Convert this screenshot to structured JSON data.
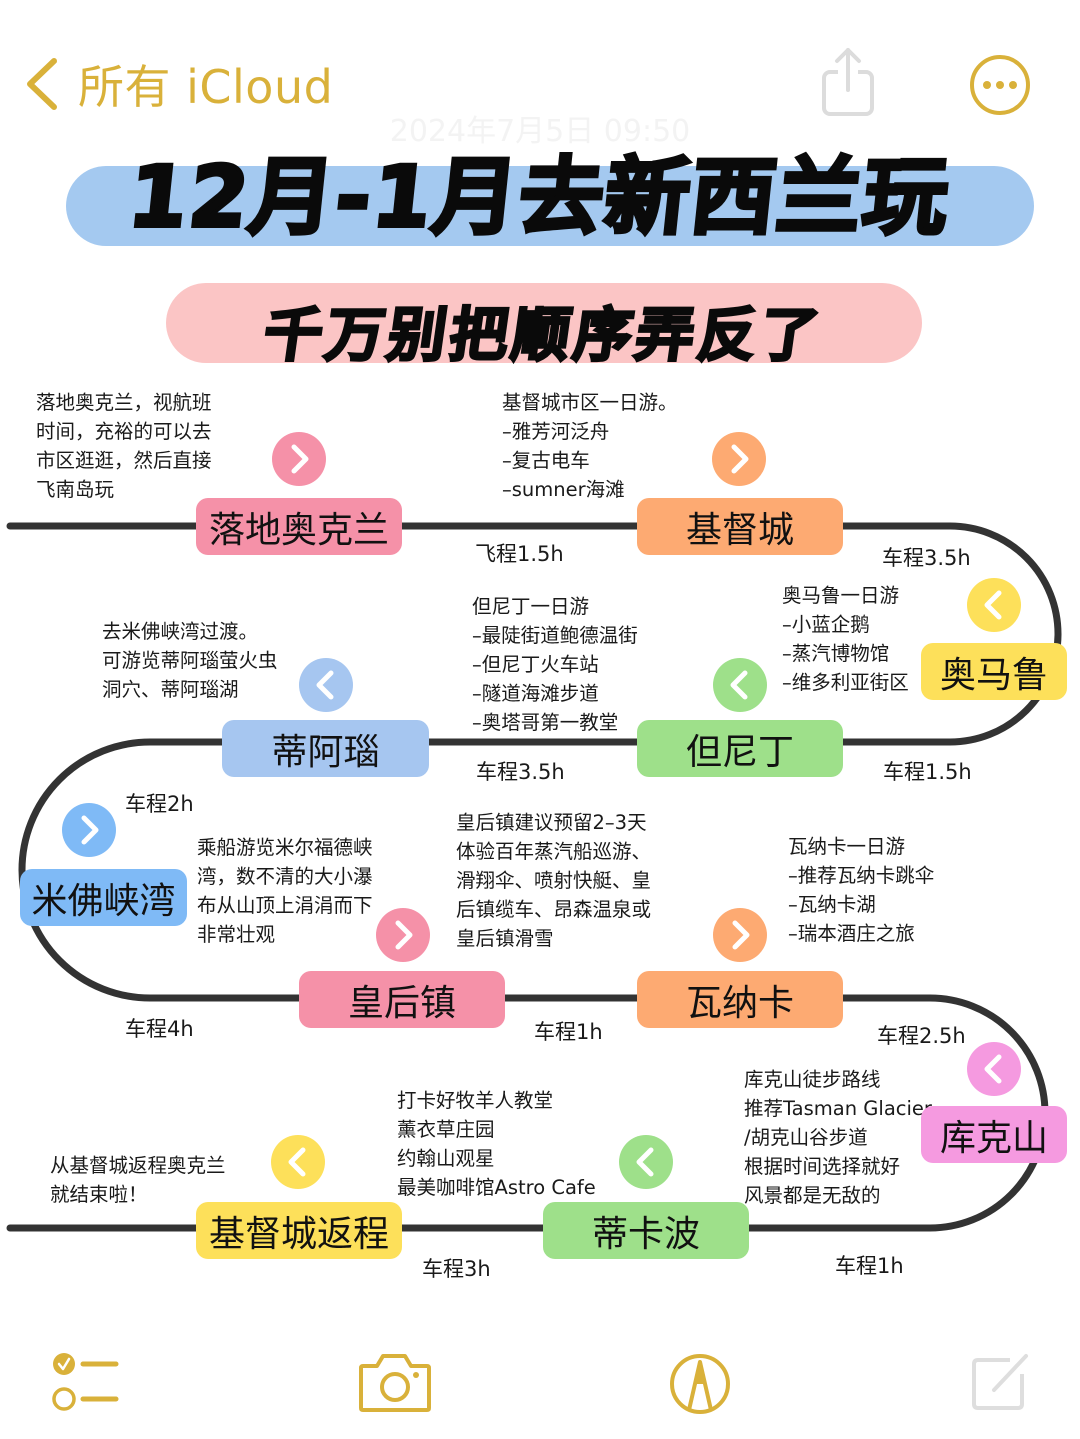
{
  "nav": {
    "back_label": "所有 iCloud",
    "timestamp": "2024年7月5日 09:50",
    "share_icon": "share-icon",
    "more_icon": "ellipsis-circle-icon",
    "accent_color": "#d9b13a"
  },
  "header": {
    "title": "12月-1月去新西兰玩",
    "subtitle": "千万别把顺序弄反了",
    "title_band_color": "#a4c9f0",
    "subtitle_band_color": "#fbc5c5"
  },
  "route": {
    "stations": [
      {
        "name": "落地奥克兰",
        "color": "#f591a8",
        "arrow": "right",
        "arrow_color": "#f591a8",
        "note": "落地奥克兰，视航班\n时间，充裕的可以去\n市区逛逛，然后直接\n飞南岛玩"
      },
      {
        "name": "基督城",
        "color": "#fdaa72",
        "arrow": "right",
        "arrow_color": "#fdaa72",
        "note": "基督城市区一日游。\n–雅芳河泛舟\n–复古电车\n–sumner海滩"
      },
      {
        "name": "奥马鲁",
        "color": "#fde05a",
        "arrow": "left",
        "arrow_color": "#fde05a",
        "note": "奥马鲁一日游\n–小蓝企鹅\n–蒸汽博物馆\n–维多利亚街区"
      },
      {
        "name": "但尼丁",
        "color": "#9ee08a",
        "arrow": "left",
        "arrow_color": "#9ee08a",
        "note": "但尼丁一日游\n–最陡街道鲍德温街\n–但尼丁火车站\n–隧道海滩步道\n–奥塔哥第一教堂"
      },
      {
        "name": "蒂阿瑙",
        "color": "#a6c6f0",
        "arrow": "left",
        "arrow_color": "#a6c6f0",
        "note": "去米佛峡湾过渡。\n可游览蒂阿瑙萤火虫\n洞穴、蒂阿瑙湖"
      },
      {
        "name": "米佛峡湾",
        "color": "#7fbaf6",
        "arrow": "right",
        "arrow_color": "#7fbaf6",
        "note": "乘船游览米尔福德峡\n湾，数不清的大小瀑\n布从山顶上涓涓而下\n非常壮观"
      },
      {
        "name": "皇后镇",
        "color": "#f591a8",
        "arrow": "right",
        "arrow_color": "#f591a8",
        "note": "皇后镇建议预留2–3天\n体验百年蒸汽船巡游、\n滑翔伞、喷射快艇、皇\n后镇缆车、昂森温泉或\n皇后镇滑雪"
      },
      {
        "name": "瓦纳卡",
        "color": "#fdaa72",
        "arrow": "right",
        "arrow_color": "#fdaa72",
        "note": "瓦纳卡一日游\n–推荐瓦纳卡跳伞\n–瓦纳卡湖\n–瑞本酒庄之旅"
      },
      {
        "name": "库克山",
        "color": "#f59ae0",
        "arrow": "left",
        "arrow_color": "#f59ae0",
        "note": "库克山徒步路线\n推荐Tasman Glacier\n/胡克山谷步道\n根据时间选择就好\n风景都是无敌的"
      },
      {
        "name": "蒂卡波",
        "color": "#9ee08a",
        "arrow": "left",
        "arrow_color": "#9ee08a",
        "note": "打卡好牧羊人教堂\n薰衣草庄园\n约翰山观星\n最美咖啡馆Astro Cafe"
      },
      {
        "name": "基督城返程",
        "color": "#fde05a",
        "arrow": "left",
        "arrow_color": "#fde05a",
        "note": "从基督城返程奥克兰\n就结束啦！"
      }
    ],
    "legs": [
      {
        "from": "落地奥克兰",
        "to": "基督城",
        "label": "飞程1.5h"
      },
      {
        "from": "基督城",
        "to": "奥马鲁",
        "label": "车程3.5h"
      },
      {
        "from": "奥马鲁",
        "to": "但尼丁",
        "label": "车程1.5h"
      },
      {
        "from": "但尼丁",
        "to": "蒂阿瑙",
        "label": "车程3.5h"
      },
      {
        "from": "蒂阿瑙",
        "to": "米佛峡湾",
        "label": "车程2h"
      },
      {
        "from": "米佛峡湾",
        "to": "皇后镇",
        "label": "车程4h"
      },
      {
        "from": "皇后镇",
        "to": "瓦纳卡",
        "label": "车程1h"
      },
      {
        "from": "瓦纳卡",
        "to": "库克山",
        "label": "车程2.5h"
      },
      {
        "from": "库克山",
        "to": "蒂卡波",
        "label": "车程1h"
      },
      {
        "from": "蒂卡波",
        "to": "基督城返程",
        "label": "车程3h"
      }
    ],
    "line_color": "#333333"
  },
  "toolbar": {
    "items": [
      {
        "icon": "checklist-icon"
      },
      {
        "icon": "camera-icon"
      },
      {
        "icon": "markup-pen-icon"
      },
      {
        "icon": "compose-icon"
      }
    ]
  }
}
